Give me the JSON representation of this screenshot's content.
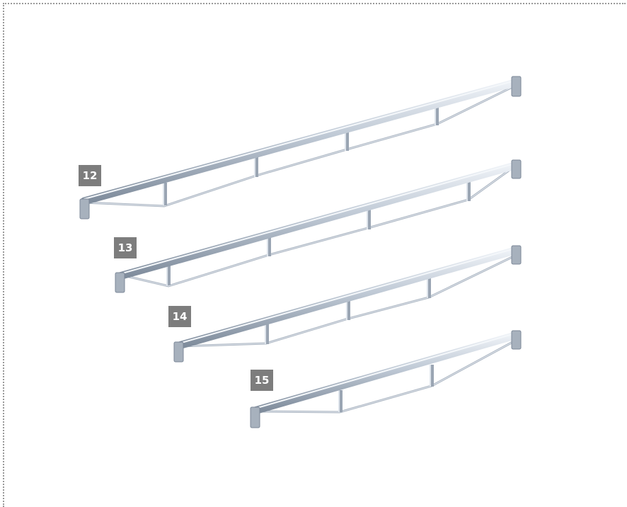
{
  "figure": {
    "beams": [
      {
        "label": "12"
      },
      {
        "label": "13"
      },
      {
        "label": "14"
      },
      {
        "label": "15"
      }
    ]
  }
}
